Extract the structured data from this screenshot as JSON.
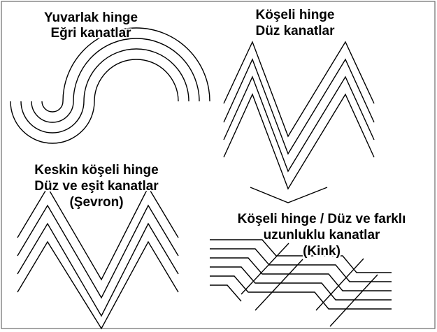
{
  "panels": {
    "rounded": {
      "title_line1": "Yuvarlak hinge",
      "title_line2": "Eğri kanatlar"
    },
    "angular": {
      "title_line1": "Köşeli hinge",
      "title_line2": "Düz kanatlar"
    },
    "chevron": {
      "title_line1": "Keskin köşeli hinge",
      "title_line2": "Düz ve eşit kanatlar",
      "title_line3": "(Şevron)"
    },
    "kink": {
      "title_line1": "Köşeli hinge / Düz ve farklı",
      "title_line2": "uzunluklu kanatlar",
      "title_line3": "(Kink)"
    }
  }
}
